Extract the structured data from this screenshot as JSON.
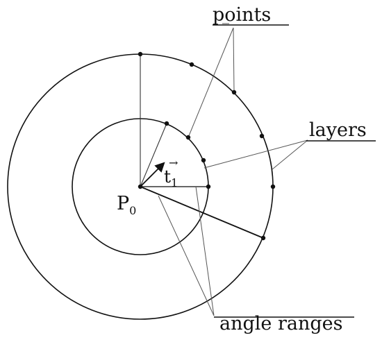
{
  "labels": {
    "points": "points",
    "layers": "layers",
    "angle_ranges": "angle ranges",
    "center": "P",
    "center_subscript": "0",
    "vector": "t",
    "vector_subscript": "1",
    "vector_arrow": "→"
  },
  "colors": {
    "stroke": "#111111",
    "leader": "#555555",
    "background": "#ffffff"
  }
}
